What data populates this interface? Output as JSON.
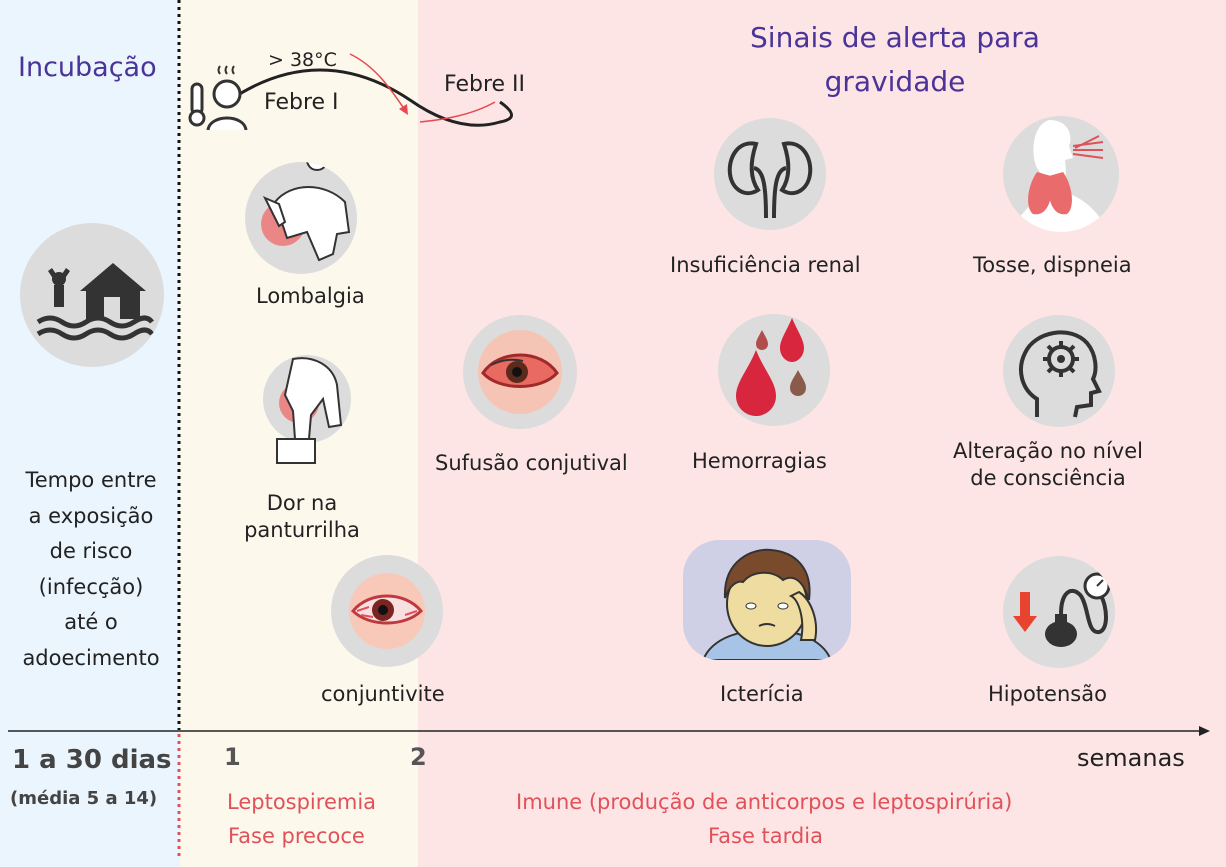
{
  "colors": {
    "incubation_bg": "#eaf5fd",
    "early_bg": "#fdf8ec",
    "late_bg": "#fde5e5",
    "title_purple": "#4a3399",
    "phase_red": "#e0515a",
    "accent_red": "#e8474f"
  },
  "incubation": {
    "title": "Incubação",
    "desc_lines": [
      "Tempo entre",
      "a exposição",
      "de risco",
      "(infecção)",
      "até o",
      "adoecimento"
    ],
    "duration": "1 a 30 dias",
    "median": "(média 5 a 14)"
  },
  "fever": {
    "temp": "> 38°C",
    "febre1": "Febre I",
    "febre2": "Febre II"
  },
  "warning": {
    "title_line1": "Sinais de alerta para",
    "title_line2": "gravidade"
  },
  "symptoms": {
    "lombalgia": "Lombalgia",
    "dor_line1": "Dor na",
    "dor_line2": "panturrilha",
    "conjuntivite": "conjuntivite",
    "sufusao": "Sufusão conjutival",
    "insuficiencia": "Insuficiência renal",
    "hemorragias": "Hemorragias",
    "ictericia": "Icterícia",
    "tosse": "Tosse, dispneia",
    "alteracao_line1": "Alteração no nível",
    "alteracao_line2": "de consciência",
    "hipotensao": "Hipotensão"
  },
  "axis": {
    "week1": "1",
    "week2": "2",
    "unit": "semanas"
  },
  "phases": {
    "early_name": "Leptospiremia",
    "early_label": "Fase precoce",
    "late_name": "Imune (produção de anticorpos e leptospirúria)",
    "late_label": "Fase tardia"
  },
  "icons": [
    "flood-house-icon",
    "fever-thermometer-icon",
    "back-pain-icon",
    "calf-pain-icon",
    "red-eye-icon",
    "suffused-eye-icon",
    "kidneys-icon",
    "blood-drops-icon",
    "jaundice-child-icon",
    "lungs-icon",
    "brain-gear-icon",
    "blood-pressure-icon"
  ]
}
